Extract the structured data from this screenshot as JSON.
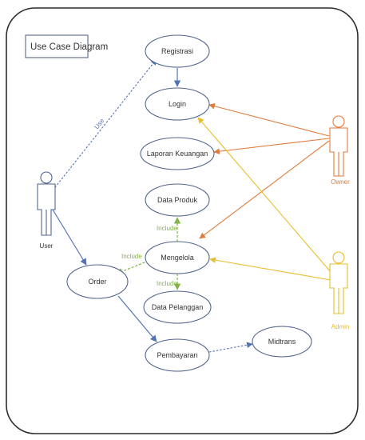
{
  "title": "Use Case Diagram",
  "colors": {
    "association": "#5472b6",
    "include": "#84b448",
    "owner": "#e07a3c",
    "admin": "#e8bd2c",
    "actor_user": "#52658f",
    "text": "#333333"
  },
  "actors": {
    "user": "User",
    "owner": "Owner",
    "admin": "Admin"
  },
  "use_cases": {
    "registrasi": "Registrasi",
    "login": "Login",
    "laporan": "Laporan Keuangan",
    "produk": "Data Produk",
    "mengelola": "Mengelola",
    "order": "Order",
    "pelanggan": "Data Pelanggan",
    "pembayaran": "Pembayaran",
    "midtrans": "Midtrans"
  },
  "labels": {
    "use": "Use",
    "include_produk": "Include",
    "include_order": "Include",
    "include_pelanggan": "Include"
  }
}
